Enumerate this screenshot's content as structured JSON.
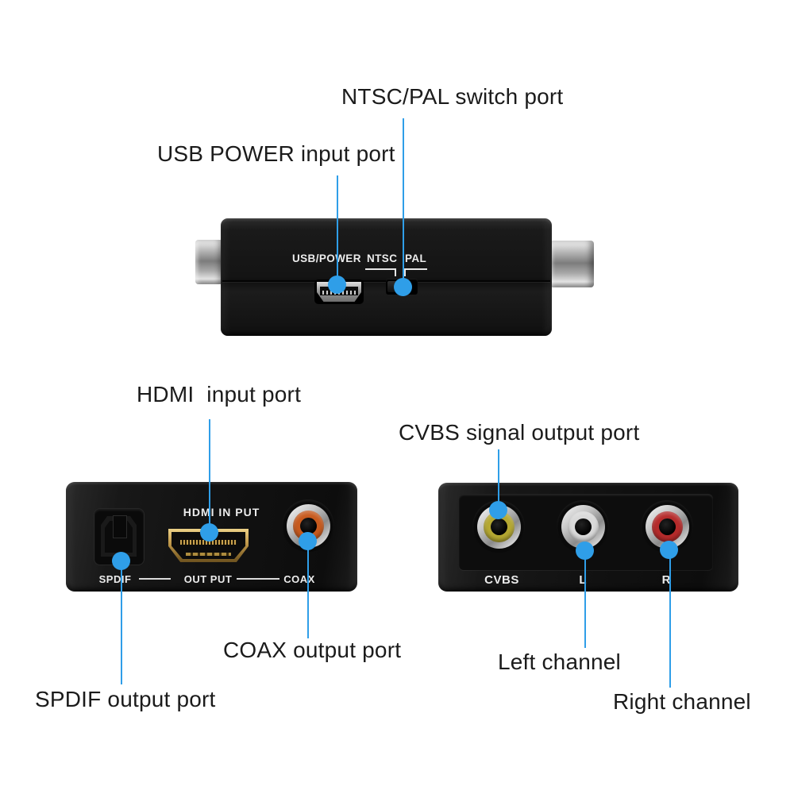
{
  "colors": {
    "background": "#ffffff",
    "callout_blue": "#2f9ee8",
    "label_text": "#1b1b1b",
    "device_black": "#141414",
    "device_text": "#ececec",
    "hdmi_gold": "#c49c4e",
    "coax_orange": "#c75a1e",
    "cvbs_yellow": "#b5a832",
    "left_white": "#d9d9d9",
    "right_red": "#b52b2b",
    "metal_silver": "#c4c4c4"
  },
  "callouts": {
    "ntsc_pal": "NTSC/PAL switch port",
    "usb_power": "USB POWER input port",
    "hdmi": "HDMI  input port",
    "cvbs": "CVBS signal output port",
    "coax": "COAX output port",
    "spdif": "SPDIF output port",
    "left": "Left channel",
    "right": "Right channel"
  },
  "top_device": {
    "usb_power_label": "USB/POWER",
    "ntsc_label": "NTSC",
    "pal_label": "PAL"
  },
  "front_device": {
    "hdmi_label": "HDMI IN PUT",
    "spdif_label": "SPDIF",
    "output_label": "OUT PUT",
    "coax_label": "COAX"
  },
  "back_device": {
    "cvbs_label": "CVBS",
    "left_label": "L",
    "right_label": "R"
  }
}
